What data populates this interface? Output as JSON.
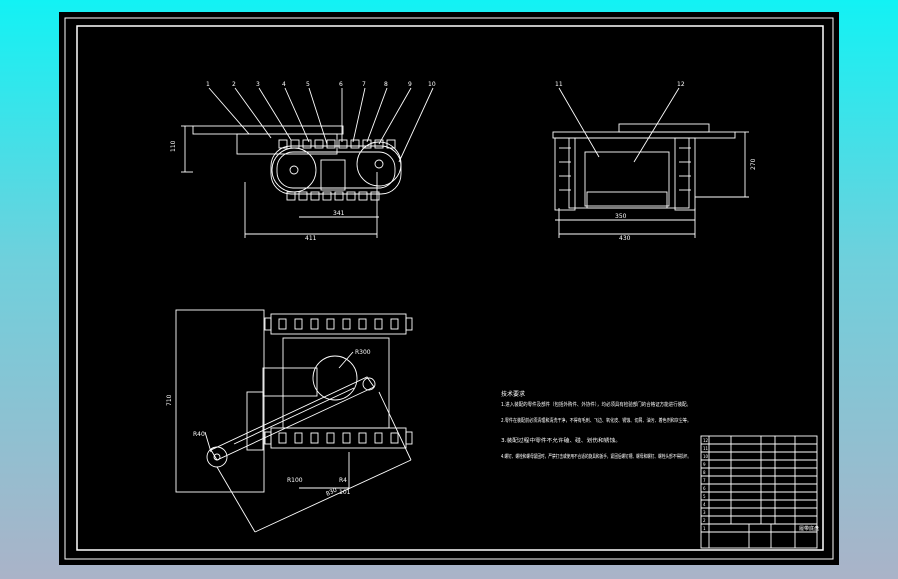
{
  "drawing": {
    "front_view": {
      "balloons": [
        "1",
        "2",
        "3",
        "4",
        "5",
        "6",
        "7",
        "8",
        "9",
        "10"
      ],
      "dims": {
        "height": "110",
        "inner": "341",
        "total": "411"
      }
    },
    "side_view": {
      "balloons": [
        "11",
        "12"
      ],
      "dims": {
        "inner": "350",
        "total": "430",
        "height": "270"
      }
    },
    "top_view": {
      "labels": [
        "R40",
        "R300",
        "R100",
        "R4",
        "101",
        "830"
      ],
      "dims": {
        "left": "710"
      }
    },
    "notes": {
      "title": "技术要求",
      "lines": [
        "1.进入装配的零件及部件（包括外购件、外协件），均必须具有检验部门的合格证方能进行装配。",
        "2.零件在装配前必须清理和清洗干净，不得有毛刺、飞边、氧化皮、锈蚀、切屑、油污、着色剂和灰尘等。",
        "3.装配过程中零件不允许磕、碰、划伤和锈蚀。",
        "4.螺钉、螺栓和螺母紧固时，严禁打击或使用不合适的旋具和扳手，紧固后螺钉槽、螺母和螺钉、螺栓头部不得损坏。"
      ]
    },
    "title_block": {
      "rows": [
        "12",
        "11",
        "10",
        "9",
        "8",
        "7",
        "6",
        "5",
        "4",
        "3",
        "2",
        "1"
      ],
      "name": "履带底盘"
    }
  }
}
